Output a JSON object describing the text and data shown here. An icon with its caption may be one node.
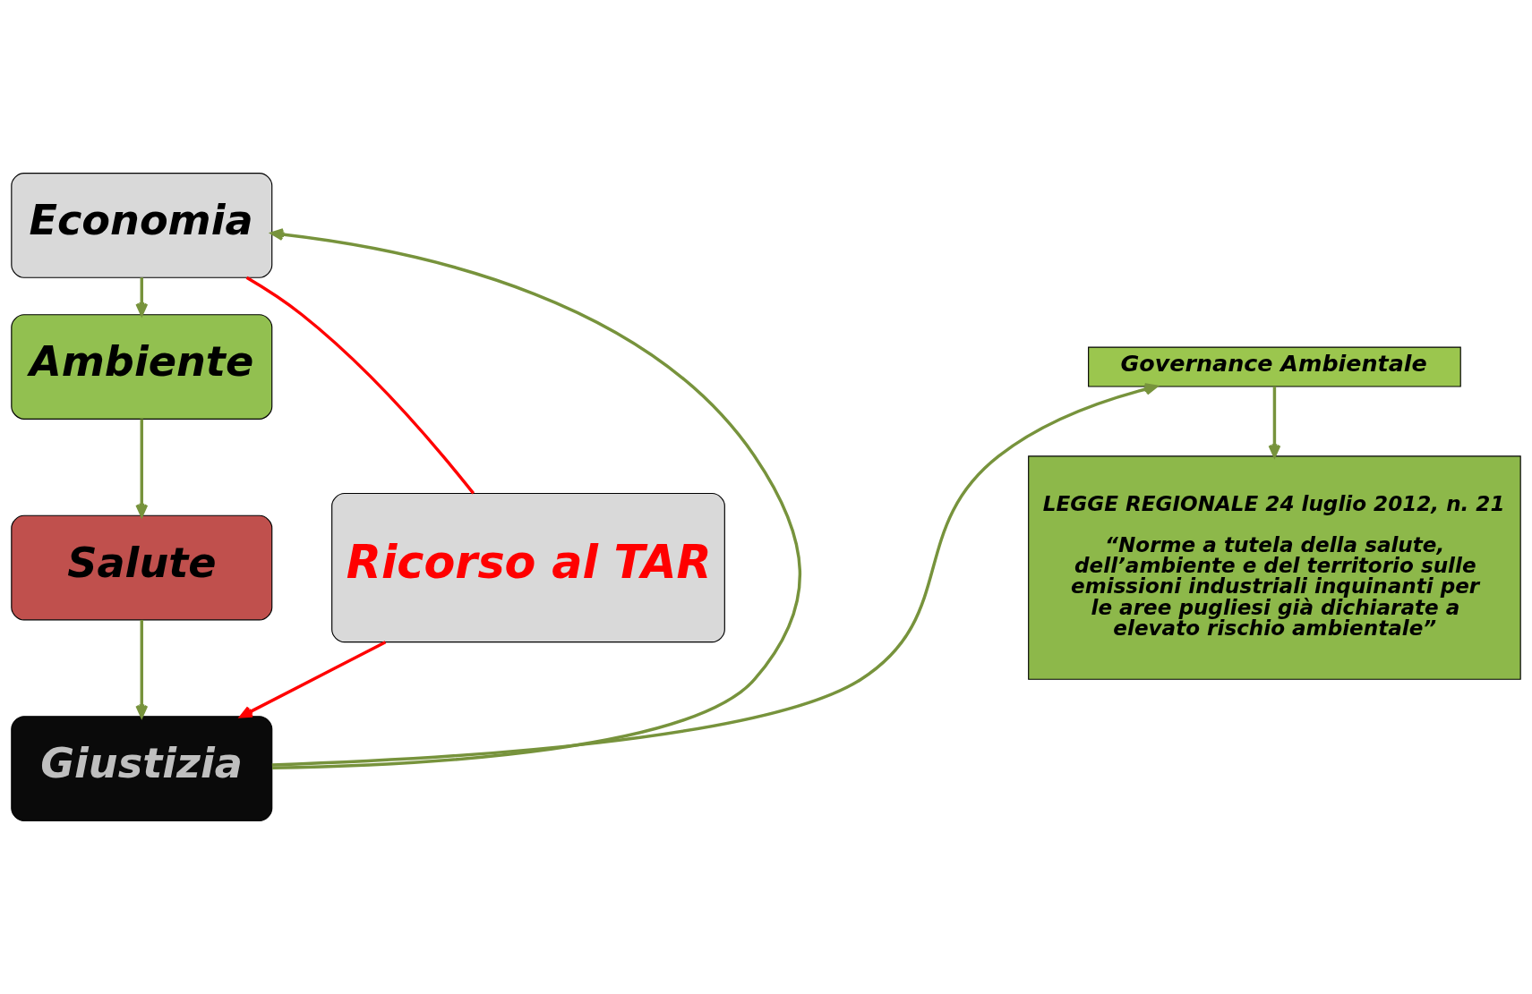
{
  "diagram": {
    "nodes": [
      {
        "text": [
          "Economia"
        ]
      },
      {
        "text": [
          "Ambiente"
        ]
      },
      {
        "text": [
          "Salute"
        ]
      },
      {
        "text": [
          "Giustizia"
        ]
      },
      {
        "text": [
          "Governance Ambientale"
        ]
      },
      {
        "text": [
          "LEGGE REGIONALE 24 luglio 2012, n. 21",
          "“Norme a tutela della salute, dell’ambiente e del territorio sulle emissioni industriali inquinanti per le aree pugliesi già dichiarate a elevato rischio ambientale”"
        ]
      },
      {
        "text": [
          "Ricorso al TAR"
        ]
      }
    ],
    "edges": [
      {
        "from": 0,
        "to": 1,
        "arrow": "to"
      },
      {
        "from": 1,
        "to": 2,
        "arrow": "to"
      },
      {
        "from": 2,
        "to": 3,
        "arrow": "to"
      },
      {
        "from": 3,
        "to": 0,
        "arrow": "to"
      },
      {
        "from": 3,
        "to": 4,
        "arrow": "to"
      },
      {
        "from": 4,
        "to": 5,
        "arrow": "to"
      },
      {
        "from": 0,
        "to": 6,
        "arrow": "none",
        "color": "#ff0000"
      },
      {
        "from": 6,
        "to": 3,
        "arrow": "to",
        "color": "#ff0000"
      }
    ]
  }
}
